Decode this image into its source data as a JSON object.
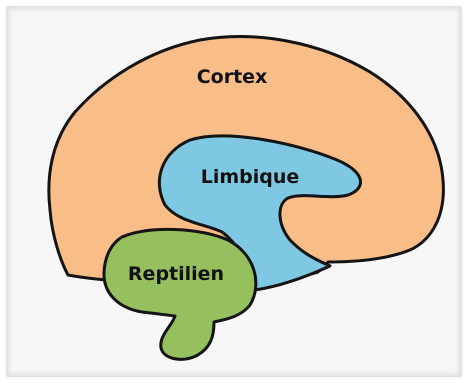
{
  "diagram": {
    "regions": {
      "cortex": {
        "label": "Cortex",
        "color": "#f9bd88"
      },
      "limbic": {
        "label": "Limbique",
        "color": "#7ec8e3"
      },
      "reptilian": {
        "label": "Reptilien",
        "color": "#96bf5e"
      }
    },
    "outline_color": "#141414",
    "background_color": "#f7f7f7"
  }
}
